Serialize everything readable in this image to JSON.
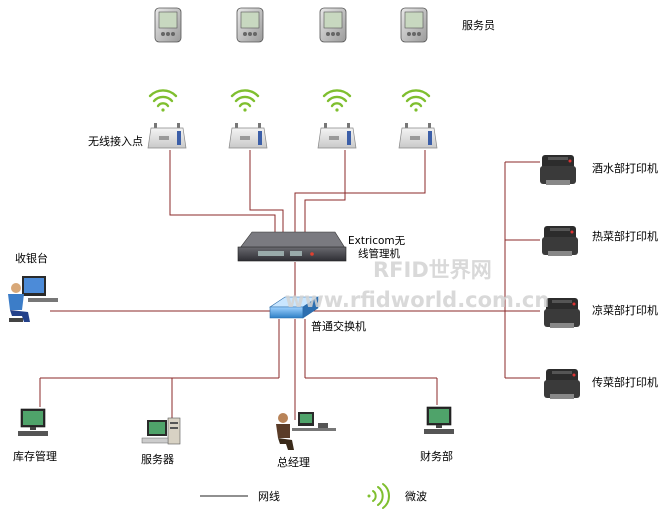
{
  "labels": {
    "waiter": "服务员",
    "access_point": "无线接入点",
    "extricom_line1": "Extricom无",
    "extricom_line2": "线管理机",
    "switch": "普通交换机",
    "cashier": "收银台",
    "inventory": "库存管理",
    "server": "服务器",
    "general_manager": "总经理",
    "finance": "财务部",
    "printer_drinks": "酒水部打印机",
    "printer_hot": "热菜部打印机",
    "printer_cold": "凉菜部打印机",
    "printer_snack": "传菜部打印机"
  },
  "legend": {
    "network": "网线",
    "microwave": "微波"
  },
  "watermark": {
    "brand": "RFID世界网",
    "url": "www.rfidworld.com.cn"
  },
  "colors": {
    "line": "#8b2a2a",
    "wifi": "#7fbf2f",
    "switch": "#3b8fd6",
    "watermark": "#d7d7d7"
  }
}
